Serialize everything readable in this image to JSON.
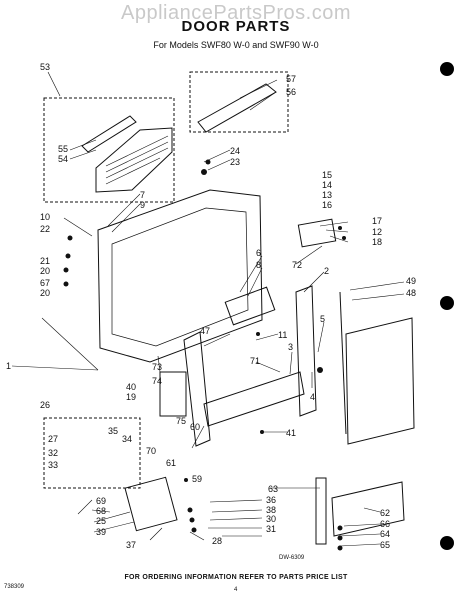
{
  "watermark": "AppliancePartsPros.com",
  "title": "DOOR PARTS",
  "subtitle": "For Models SWF80 W-0 and SWF90 W-0",
  "footer": "FOR ORDERING INFORMATION REFER TO PARTS PRICE LIST",
  "drawing_code": "DW-6309",
  "page_code": "738309",
  "page_number": "4",
  "callouts": [
    "53",
    "57",
    "56",
    "55",
    "54",
    "24",
    "23",
    "7",
    "9",
    "15",
    "14",
    "13",
    "16",
    "17",
    "12",
    "18",
    "10",
    "22",
    "21",
    "20",
    "67",
    "20",
    "6",
    "8",
    "72",
    "2",
    "49",
    "48",
    "1",
    "47",
    "11",
    "5",
    "3",
    "71",
    "73",
    "74",
    "40",
    "19",
    "4",
    "75",
    "41",
    "26",
    "27",
    "35",
    "34",
    "32",
    "33",
    "60",
    "61",
    "70",
    "59",
    "63",
    "36",
    "38",
    "30",
    "31",
    "28",
    "69",
    "68",
    "25",
    "39",
    "62",
    "66",
    "64",
    "65",
    "37"
  ]
}
